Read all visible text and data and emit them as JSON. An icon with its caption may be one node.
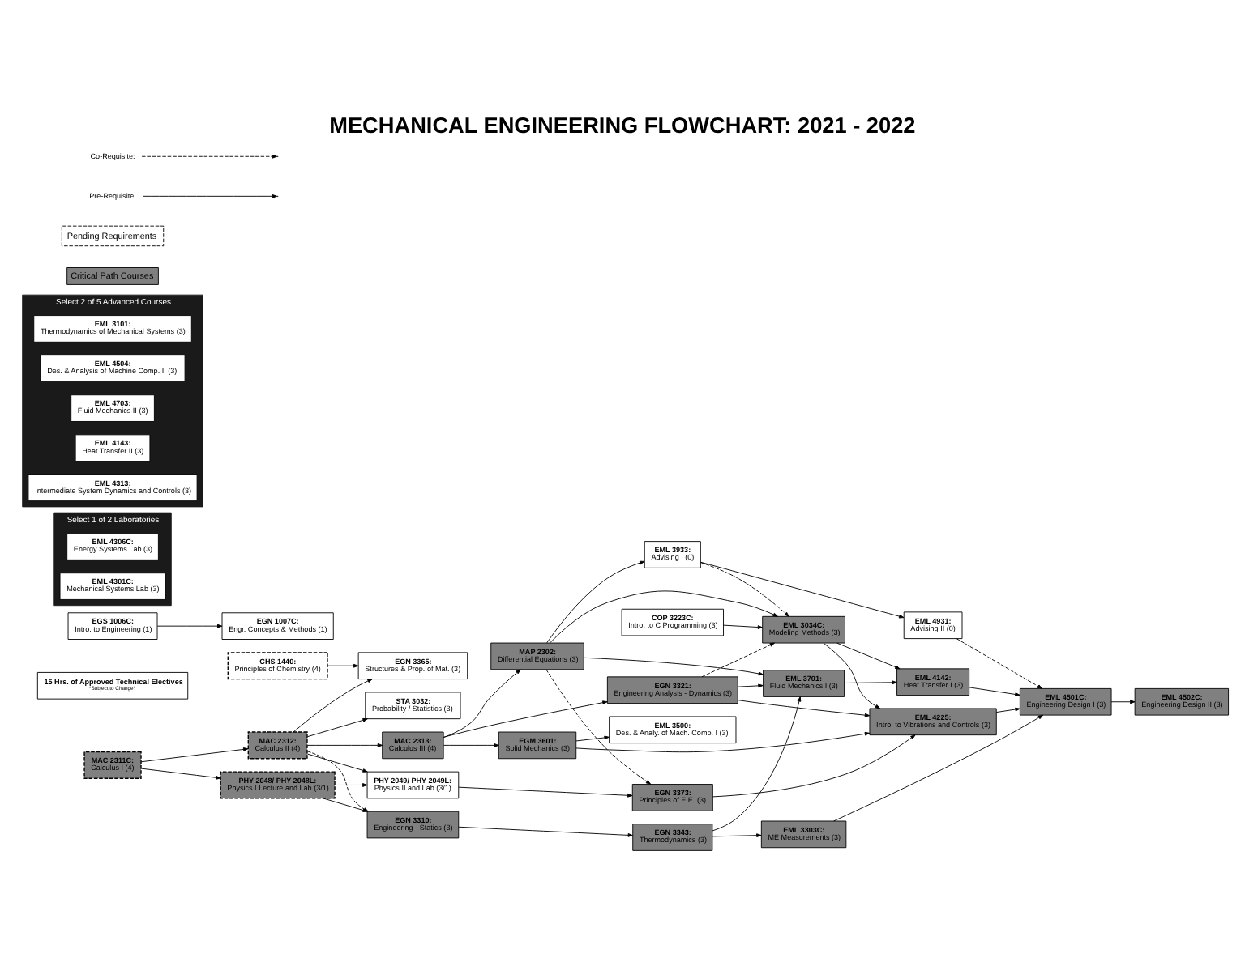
{
  "diagram": {
    "title": "MECHANICAL ENGINEERING FLOWCHART: 2021 - 2022",
    "nodes": [
      {
        "text": [
          "CHS 1440:",
          "Principles of Chemistry (4)"
        ]
      },
      {
        "text": [
          "EGN 3365:",
          "Structures & Prop. of Mat. (3)"
        ]
      },
      {
        "text": [
          "EML 4931:",
          "Advising II (0)"
        ]
      },
      {
        "text": [
          "COP 3223C:",
          "Intro. to C Programming (3)"
        ]
      },
      {
        "text": [
          "EML 4501C:",
          "Engineering Design I (3)"
        ]
      },
      {
        "text": [
          "EML 4502C:",
          "Engineering Design II (3)"
        ]
      },
      {
        "text": [
          "15 Hrs. of Approved Technical Electives",
          "*Subject to Change*"
        ]
      },
      {
        "text": [
          "STA 3032:",
          "Probability / Statistics (3)"
        ]
      },
      {
        "text": [
          "EML 3933:",
          "Advising I (0)"
        ]
      },
      {
        "text": [
          "EML 3034C:",
          "Modeling Methods (3)"
        ]
      },
      {
        "text": [
          "MAC 2311C:",
          "Calculus I (4)"
        ]
      },
      {
        "text": [
          "MAC 2312:",
          "Calculus II (4)"
        ]
      },
      {
        "text": [
          "MAC 2313:",
          "Calculus III (4)"
        ]
      },
      {
        "text": [
          "MAP 2302:",
          "Differential Equations (3)"
        ]
      },
      {
        "text": [
          "EML 3303C:",
          "ME Measurements (3)"
        ]
      },
      {
        "text": [
          "PHY 2048/ PHY 2048L:",
          "Physics I Lecture and Lab (3/1)"
        ]
      },
      {
        "text": [
          "EGN 3321:",
          "Engineering Analysis - Dynamics (3)"
        ]
      },
      {
        "text": [
          "PHY 2049/ PHY 2049L:",
          "Physics II and Lab (3/1)"
        ]
      },
      {
        "text": [
          "EGN 3310:",
          "Engineering - Statics (3)"
        ]
      },
      {
        "text": [
          "EGN 3343:",
          "Thermodynamics (3)"
        ]
      },
      {
        "text": [
          "EML 3701:",
          "Fluid Mechanics I (3)"
        ]
      },
      {
        "text": [
          "EML 4142:",
          "Heat Transfer I (3)"
        ]
      },
      {
        "text": [
          "EGN 3373:",
          "Principles of E.E. (3)"
        ]
      },
      {
        "text": [
          "EGM 3601:",
          "Solid Mechanics (3)"
        ]
      },
      {
        "text": [
          "EML 3500:",
          "Des. & Analy. of Mach. Comp. I (3)"
        ]
      },
      {
        "text": [
          "EGS 1006C:",
          "Intro. to Engineering (1)"
        ]
      },
      {
        "text": [
          "EGN 1007C:",
          "Engr. Concepts & Methods (1)"
        ]
      },
      {
        "text": [
          "EML 4225:",
          "Intro. to Vibrations and Controls (3)"
        ]
      },
      {
        "text": [
          "Select 1 of 2 Laboratories"
        ]
      },
      {
        "text": [
          "EML 4306C:",
          "Energy Systems Lab (3)"
        ],
        "in": 28
      },
      {
        "text": [
          "EML 4301C:",
          "Mechanical Systems Lab (3)"
        ],
        "in": 28
      },
      {
        "text": [
          "Select 2 of 5 Advanced Courses"
        ]
      },
      {
        "text": [
          "EML 3101:",
          "Thermodynamics of Mechanical Systems (3)"
        ],
        "in": 31
      },
      {
        "text": [
          "EML 4504:",
          "Des. & Analysis of Machine Comp. II (3)"
        ],
        "in": 31
      },
      {
        "text": [
          "EML 4703:",
          "Fluid Mechanics II (3)"
        ],
        "in": 31
      },
      {
        "text": [
          "EML 4143:",
          "Heat Transfer II (3)"
        ],
        "in": 31
      },
      {
        "text": [
          "EML 4313:",
          "Intermediate System Dynamics and Controls (3)"
        ],
        "in": 31
      }
    ],
    "edges": [
      {
        "from": 0,
        "to": 1,
        "arrow": "to"
      },
      {
        "from": 11,
        "to": 1,
        "arrow": "to"
      },
      {
        "from": 11,
        "to": 7,
        "arrow": "to"
      },
      {
        "from": 10,
        "to": 11,
        "arrow": "to"
      },
      {
        "from": 11,
        "to": 12,
        "arrow": "to"
      },
      {
        "from": 12,
        "to": 13,
        "arrow": "to"
      },
      {
        "from": 10,
        "to": 15,
        "arrow": "to"
      },
      {
        "from": 15,
        "to": 17,
        "arrow": "to"
      },
      {
        "from": 17,
        "to": 22,
        "arrow": "to"
      },
      {
        "from": 11,
        "to": 17,
        "arrow": "to"
      },
      {
        "from": 11,
        "to": 18,
        "arrow": "to",
        "style": "dashed"
      },
      {
        "from": 15,
        "to": 18,
        "arrow": "to"
      },
      {
        "from": 12,
        "to": 16,
        "arrow": "to"
      },
      {
        "from": 12,
        "to": 23,
        "arrow": "to"
      },
      {
        "from": 13,
        "to": 22,
        "arrow": "to",
        "style": "dashed"
      },
      {
        "from": 13,
        "to": 8,
        "arrow": "to"
      },
      {
        "from": 8,
        "to": 2,
        "arrow": "to"
      },
      {
        "from": 8,
        "to": 9,
        "arrow": "to",
        "style": "dashed"
      },
      {
        "from": 2,
        "to": 4,
        "arrow": "to",
        "style": "dashed"
      },
      {
        "from": 3,
        "to": 9,
        "arrow": "to"
      },
      {
        "from": 13,
        "to": 9,
        "arrow": "to"
      },
      {
        "from": 16,
        "to": 9,
        "arrow": "to",
        "style": "dashed"
      },
      {
        "from": 13,
        "to": 20,
        "arrow": "to"
      },
      {
        "from": 16,
        "to": 20,
        "arrow": "to"
      },
      {
        "from": 16,
        "to": 27,
        "arrow": "to"
      },
      {
        "from": 9,
        "to": 21,
        "arrow": "to"
      },
      {
        "from": 9,
        "to": 27,
        "arrow": "to"
      },
      {
        "from": 27,
        "to": 4,
        "arrow": "to"
      },
      {
        "from": 21,
        "to": 4,
        "arrow": "to"
      },
      {
        "from": 14,
        "to": 4,
        "arrow": "to"
      },
      {
        "from": 19,
        "to": 14,
        "arrow": "to"
      },
      {
        "from": 18,
        "to": 19,
        "arrow": "to"
      },
      {
        "from": 19,
        "to": 20,
        "arrow": "to"
      },
      {
        "from": 20,
        "to": 21,
        "arrow": "to"
      },
      {
        "from": 23,
        "to": 24,
        "arrow": "to"
      },
      {
        "from": 23,
        "to": 27,
        "arrow": "to"
      },
      {
        "from": 22,
        "to": 27,
        "arrow": "to"
      },
      {
        "from": 25,
        "to": 26,
        "arrow": "to"
      },
      {
        "from": 4,
        "to": 5,
        "arrow": "to"
      }
    ],
    "legend": [
      {
        "text": "Co-Requisite:"
      },
      {
        "text": "Pre-Requisite:"
      },
      {
        "text": "Pending Requirements"
      },
      {
        "text": "Critical Path Courses",
        "color": "#808080"
      }
    ]
  }
}
